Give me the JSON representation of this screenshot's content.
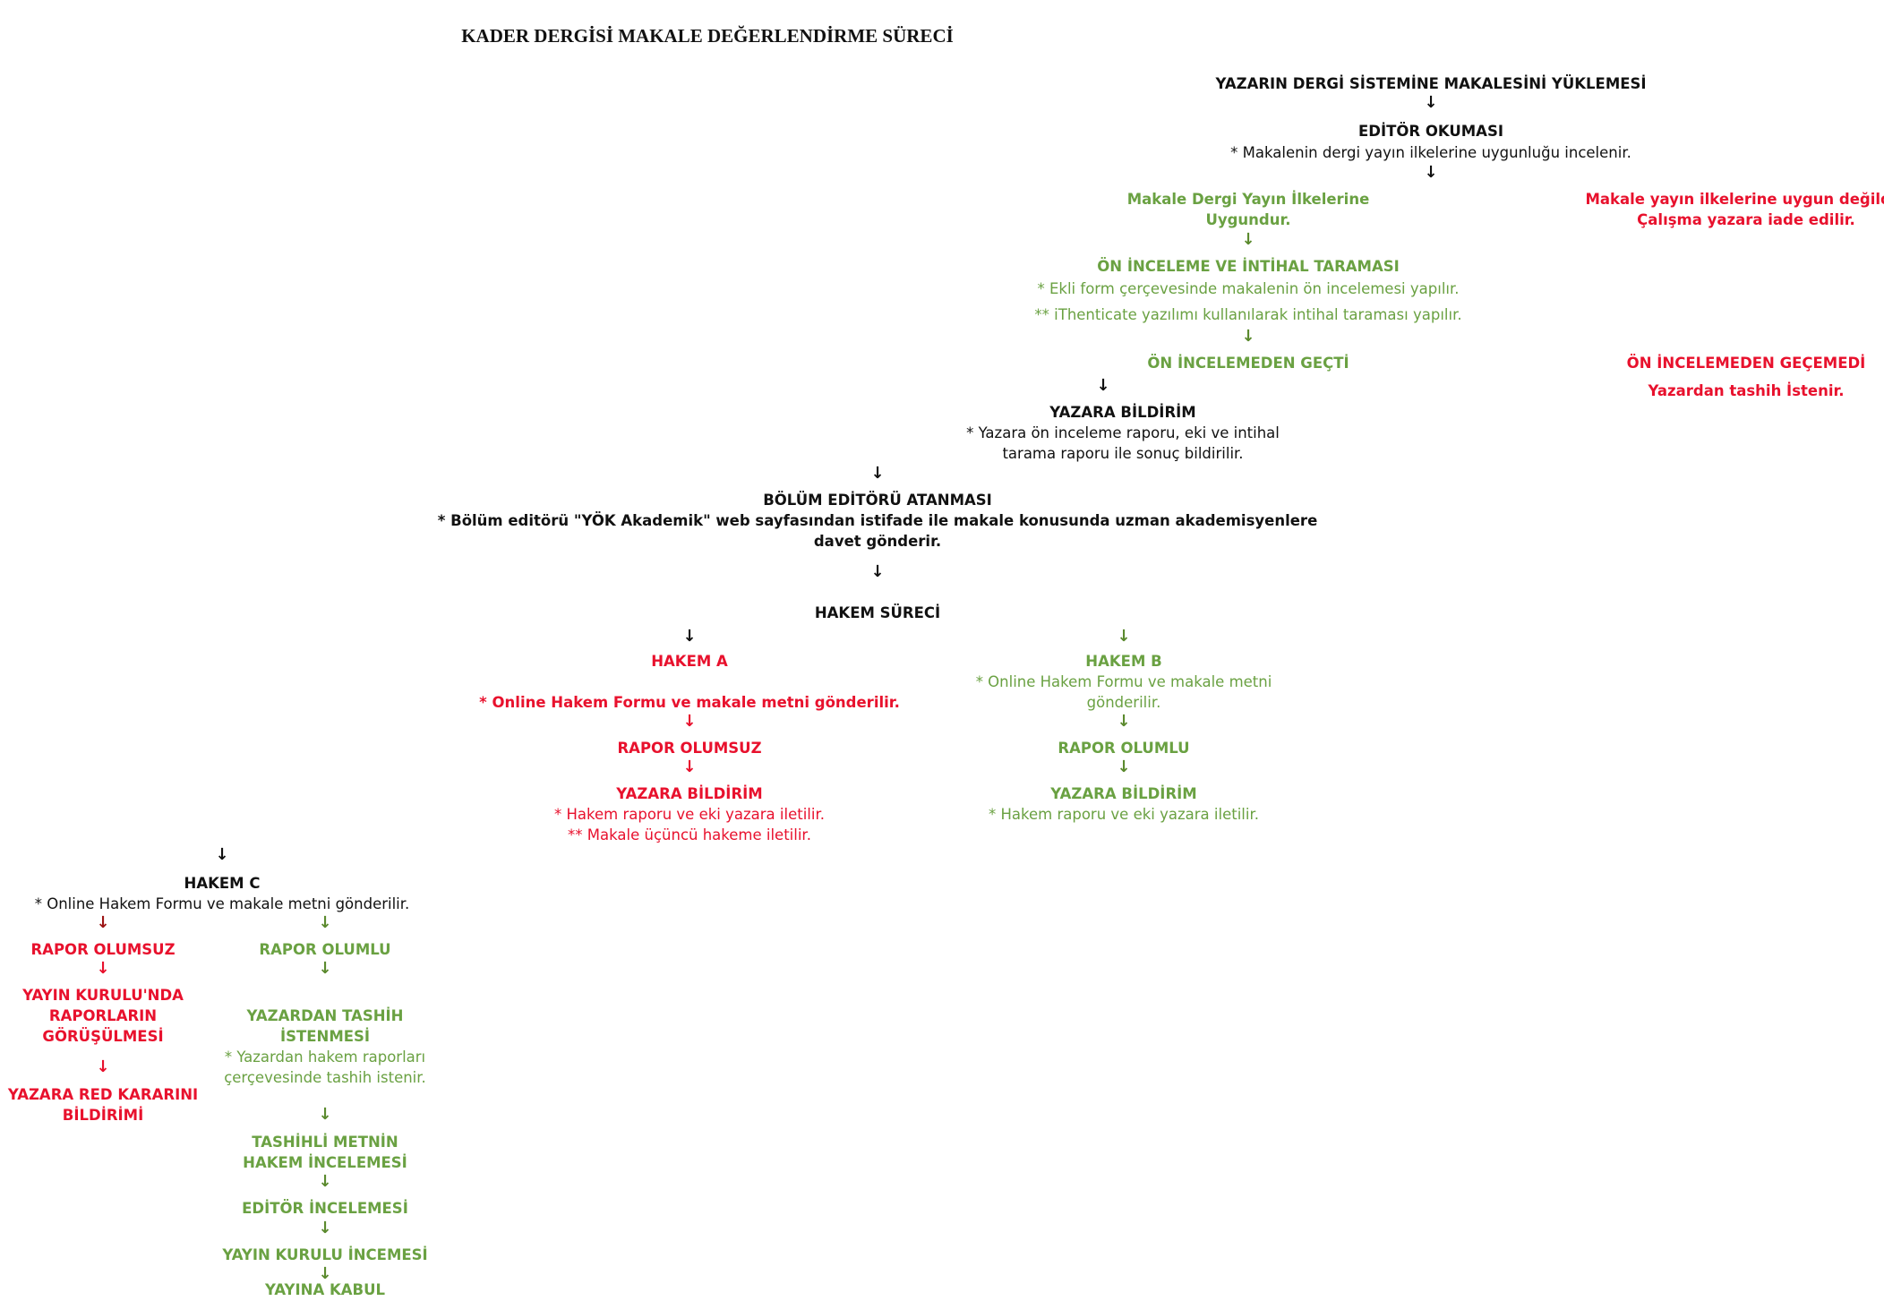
{
  "title": "KADER DERGİSİ MAKALE DEĞERLENDİRME SÜRECİ",
  "colors": {
    "black": "#111111",
    "green": "#6aa142",
    "red": "#e8112d",
    "dark_red": "#9c1414"
  },
  "arrow_icon": "↓",
  "nodes": {
    "upload": "YAZARIN DERGİ SİSTEMİNE MAKALESİNİ YÜKLEMESİ",
    "editor_reading": "EDİTÖR OKUMASI",
    "editor_reading_note": "* Makalenin dergi yayın ilkelerine uygunluğu incelenir.",
    "compliant_1": "Makale Dergi Yayın İlkelerine",
    "compliant_2": "Uygundur.",
    "not_compliant_1": "Makale yayın ilkelerine uygun değildir.",
    "not_compliant_2": "Çalışma yazara iade edilir.",
    "prescreen": "ÖN İNCELEME VE İNTİHAL TARAMASI",
    "prescreen_note1": "* Ekli form çerçevesinde makalenin ön incelemesi yapılır.",
    "prescreen_note2": "**  iThenticate yazılımı kullanılarak intihal taraması yapılır.",
    "prescreen_passed": "ÖN İNCELEMEDEN GEÇTİ",
    "prescreen_failed": "ÖN İNCELEMEDEN GEÇEMEDİ",
    "prescreen_failed_note": "Yazardan tashih İstenir.",
    "notify_author": "YAZARA BİLDİRİM",
    "notify_author_note1": "* Yazara ön inceleme raporu, eki ve intihal",
    "notify_author_note2": "tarama raporu ile sonuç bildirilir.",
    "section_editor": "BÖLÜM EDİTÖRÜ ATANMASI",
    "section_editor_note1": "* Bölüm editörü \"YÖK Akademik\" web sayfasından istifade ile makale konusunda uzman akademisyenlere",
    "section_editor_note2": "davet gönderir.",
    "review_process": "HAKEM SÜRECİ",
    "referee_a": "HAKEM A",
    "referee_a_note": "* Online Hakem Formu ve makale metni gönderilir.",
    "referee_a_report": "RAPOR OLUMSUZ",
    "referee_a_notify": "YAZARA BİLDİRİM",
    "referee_a_notify_note1": "* Hakem raporu ve eki yazara iletilir.",
    "referee_a_notify_note2": "** Makale üçüncü hakeme iletilir.",
    "referee_b": "HAKEM B",
    "referee_b_note1": "* Online Hakem Formu ve makale metni",
    "referee_b_note2": "gönderilir.",
    "referee_b_report": "RAPOR OLUMLU",
    "referee_b_notify": "YAZARA BİLDİRİM",
    "referee_b_notify_note": "* Hakem raporu ve eki yazara iletilir.",
    "referee_c": "HAKEM C",
    "referee_c_note": "* Online Hakem Formu ve makale metni gönderilir.",
    "c_negative": "RAPOR OLUMSUZ",
    "c_board_1": "YAYIN KURULU'NDA",
    "c_board_2": "RAPORLARIN",
    "c_board_3": "GÖRÜŞÜLMESİ",
    "c_reject_1": "YAZARA RED KARARINI",
    "c_reject_2": "BİLDİRİMİ",
    "c_positive": "RAPOR OLUMLU",
    "c_revision_1": "YAZARDAN TASHİH",
    "c_revision_2": "İSTENMESİ",
    "c_revision_note1": "* Yazardan hakem raporları",
    "c_revision_note2": "çerçevesinde tashih istenir.",
    "c_revised_review_1": "TASHİHLİ METNİN",
    "c_revised_review_2": "HAKEM İNCELEMESİ",
    "c_editor_review": "EDİTÖR İNCELEMESİ",
    "c_board_review": "YAYIN KURULU İNCEMESİ",
    "c_accept": "YAYINA KABUL"
  }
}
